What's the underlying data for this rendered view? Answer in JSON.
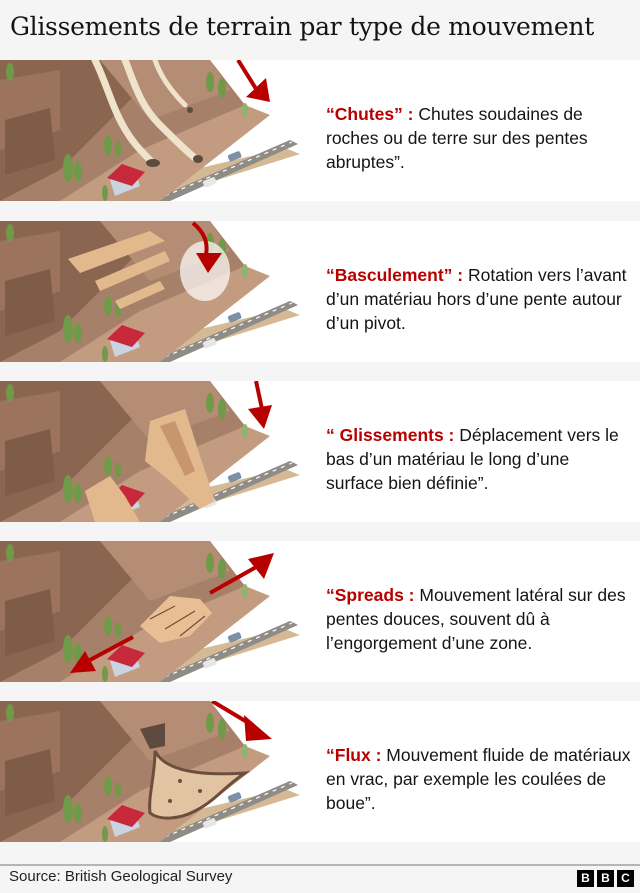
{
  "title": "Glissements de terrain par type de mouvement",
  "colors": {
    "accent_red": "#b80000",
    "background": "#f5f5f5",
    "panel": "#ffffff",
    "text": "#141414",
    "rock_dark": "#8a6651",
    "rock_mid": "#a7806a",
    "rock_light": "#c29b80",
    "ground": "#d5b994",
    "road": "#8f8b86",
    "tree": "#6f9a48",
    "house_roof": "#c8283b"
  },
  "panels": [
    {
      "term": "“Chutes” :",
      "description": " Chutes soudaines de roches ou de terre sur des pentes abruptes”.",
      "illustration": "rockfall-illustration",
      "arrow": "down-right"
    },
    {
      "term": "“Basculement” :",
      "description": " Rotation vers l’avant d’un matériau hors d’une pente autour d’un pivot.",
      "illustration": "topple-illustration",
      "arrow": "curved-down"
    },
    {
      "term": "“ Glissements :",
      "description": " Déplacement vers le bas d’un matériau le long d’une surface bien définie”.",
      "illustration": "slide-illustration",
      "arrow": "down"
    },
    {
      "term": "“Spreads :",
      "description": " Mouvement latéral sur des pentes douces, souvent dû à l’engorgement d’une zone.",
      "illustration": "spread-illustration",
      "arrow": "double-lateral"
    },
    {
      "term": "“Flux :",
      "description": " Mouvement fluide de matériaux en vrac, par exemple les coulées de boue”.",
      "illustration": "flow-illustration",
      "arrow": "down-right"
    }
  ],
  "footer": {
    "source": "Source: British Geological Survey",
    "logo": [
      "B",
      "B",
      "C"
    ]
  }
}
